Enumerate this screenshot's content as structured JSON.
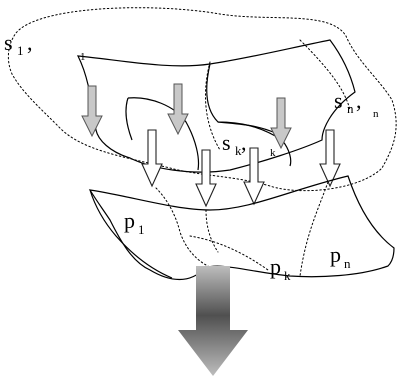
{
  "labels": {
    "s1": "s",
    "s1_sub": "1",
    "s1_comma": ",",
    "s1_small": "1",
    "sn": "s",
    "sn_sub": "n",
    "sn_comma": ",",
    "sn_small": "n",
    "sk": "s",
    "sk_sub": "k",
    "sk_comma": ",",
    "sk_small": "k",
    "p1": "p",
    "p1_sub": "1",
    "pk": "p",
    "pk_sub": "k",
    "pn": "p",
    "pn_sub": "n"
  },
  "colors": {
    "gray_arrow": "#c8c8c8",
    "white_arrow": "#ffffff",
    "gradient_dark": "#505050",
    "gradient_light": "#bdbdbd"
  }
}
